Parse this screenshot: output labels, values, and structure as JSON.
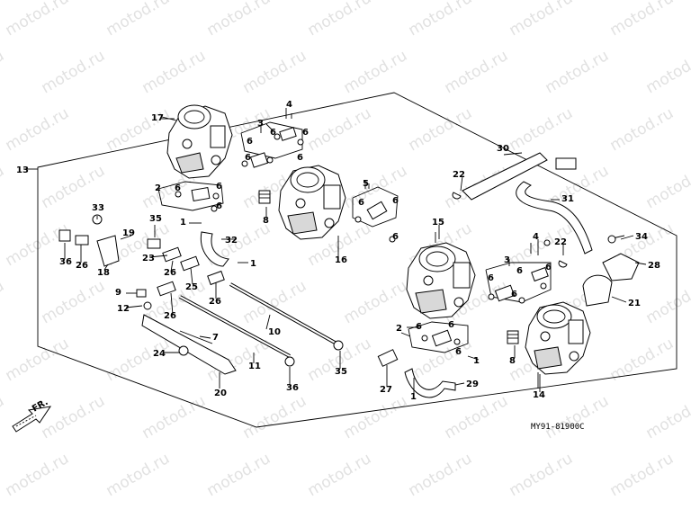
{
  "diagram": {
    "code": "MY91-81900C",
    "direction_label": "FR.",
    "watermark": "motod.ru",
    "part_numbers": [
      "1",
      "2",
      "3",
      "4",
      "5",
      "6",
      "7",
      "8",
      "9",
      "10",
      "11",
      "12",
      "13",
      "14",
      "15",
      "16",
      "17",
      "18",
      "19",
      "20",
      "21",
      "22",
      "23",
      "24",
      "25",
      "26",
      "27",
      "28",
      "29",
      "30",
      "31",
      "32",
      "33",
      "34",
      "35",
      "36"
    ]
  }
}
